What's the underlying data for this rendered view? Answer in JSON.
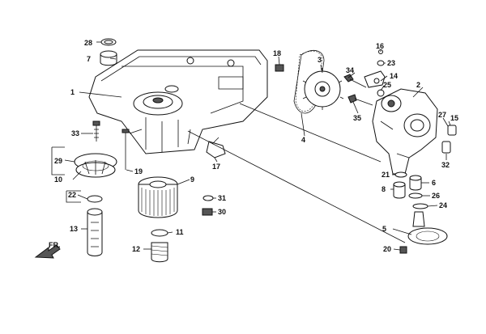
{
  "diagram": {
    "direction_label": "FR.",
    "callouts": [
      "1",
      "2",
      "3",
      "4",
      "5",
      "6",
      "7",
      "8",
      "9",
      "10",
      "11",
      "12",
      "13",
      "14",
      "15",
      "16",
      "17",
      "18",
      "19",
      "20",
      "21",
      "22",
      "23",
      "24",
      "25",
      "26",
      "27",
      "28",
      "29",
      "30",
      "31",
      "32",
      "33",
      "34",
      "35"
    ]
  }
}
